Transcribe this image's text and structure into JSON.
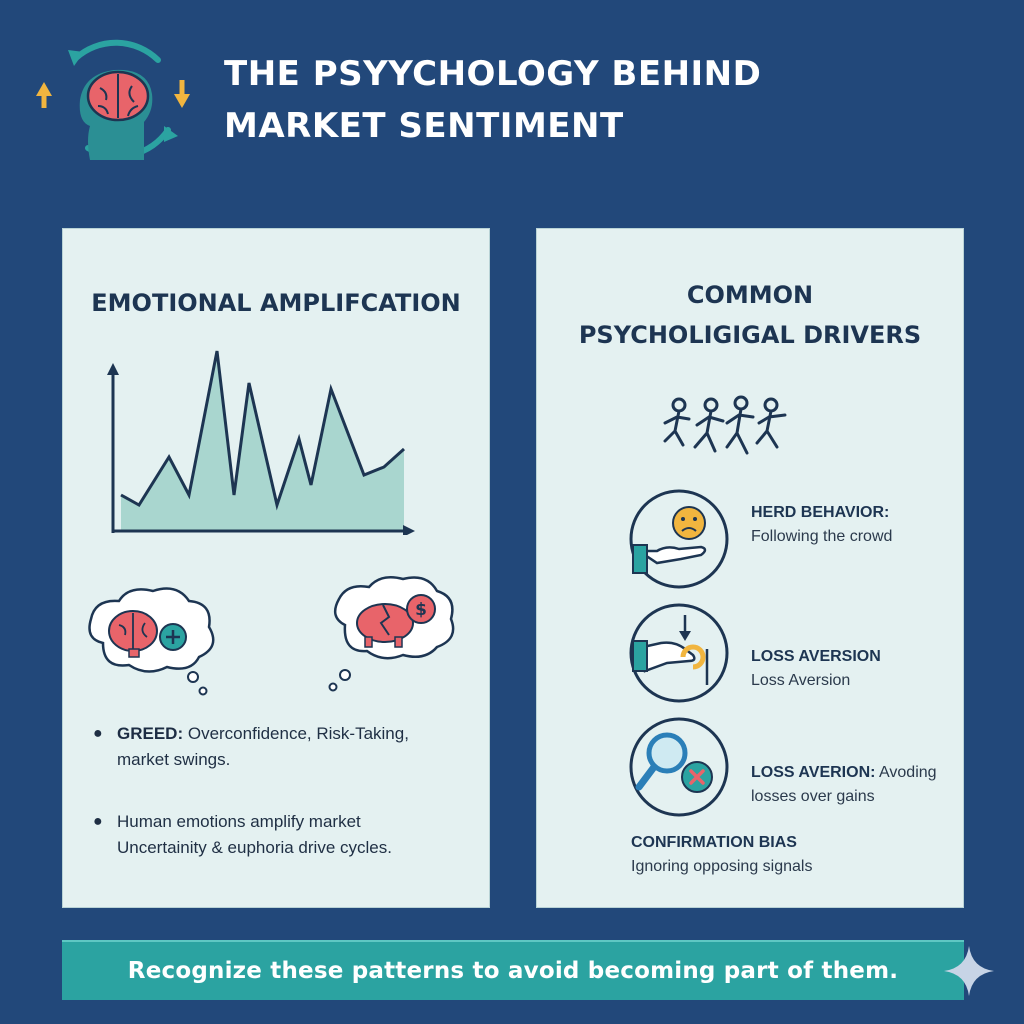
{
  "title": {
    "line1": "THE PSYYCHOLOGY BEHIND",
    "line2": "MARKET SENTIMENT"
  },
  "left_panel": {
    "title": "EMOTIONAL AMPLIFCATION",
    "bullets": [
      {
        "bold": "GREED:",
        "text1": " Overconfidence, Risk-Taking,",
        "text2": "market swings."
      },
      {
        "line1": "Human emotions amplify market",
        "line2": "Uncertainity & euphoria drive cycles."
      }
    ]
  },
  "right_panel": {
    "title_line1": "COMMON",
    "title_line2": "PSYCHOLIGIGAL DRIVERS",
    "drivers": [
      {
        "title": "HERD BEHAVIOR:",
        "desc": "Following the crowd"
      },
      {
        "title": "LOSS AVERSION",
        "desc": "Loss Aversion"
      },
      {
        "title": "LOSS AVERION:",
        "desc_inline": " Avoding",
        "desc": "losses over gains"
      },
      {
        "title": "CONFIRMATION BIAS",
        "desc": "Ignoring opposing signals"
      }
    ]
  },
  "banner": "Recognize these patterns to avoid becoming part of them.",
  "colors": {
    "background": "#22487a",
    "panel": "#e4f1f1",
    "accent": "#2ba3a1",
    "dark": "#1d3552",
    "coral": "#e8646a",
    "gold": "#f1b53f"
  }
}
